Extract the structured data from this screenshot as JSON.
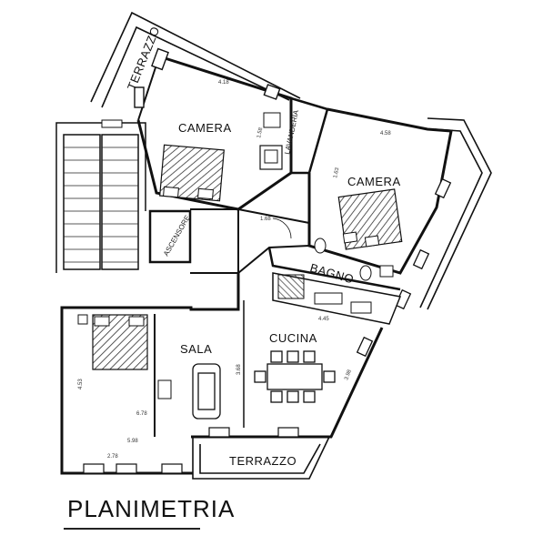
{
  "title": "PLANIMETRIA",
  "rooms": {
    "terrazzo_top": "TERRAZZO",
    "camera_left": "CAMERA",
    "lavanderia": "LAVANDERIA",
    "camera_right": "CAMERA",
    "ascensore": "ASCENSORE",
    "bagno": "BAGNO",
    "sala": "SALA",
    "cucina": "CUCINA",
    "terrazzo_bottom": "TERRAZZO"
  },
  "dimensions": {
    "d1": "4.18",
    "d2": "1.58",
    "d3": "4.58",
    "d4": "1.68",
    "d5": "4.45",
    "d6": "6.78",
    "d7": "5.98",
    "d8": "2.78",
    "d9": "4.53",
    "d10": "3.68",
    "d11": "1.63",
    "d12": "3.98"
  }
}
